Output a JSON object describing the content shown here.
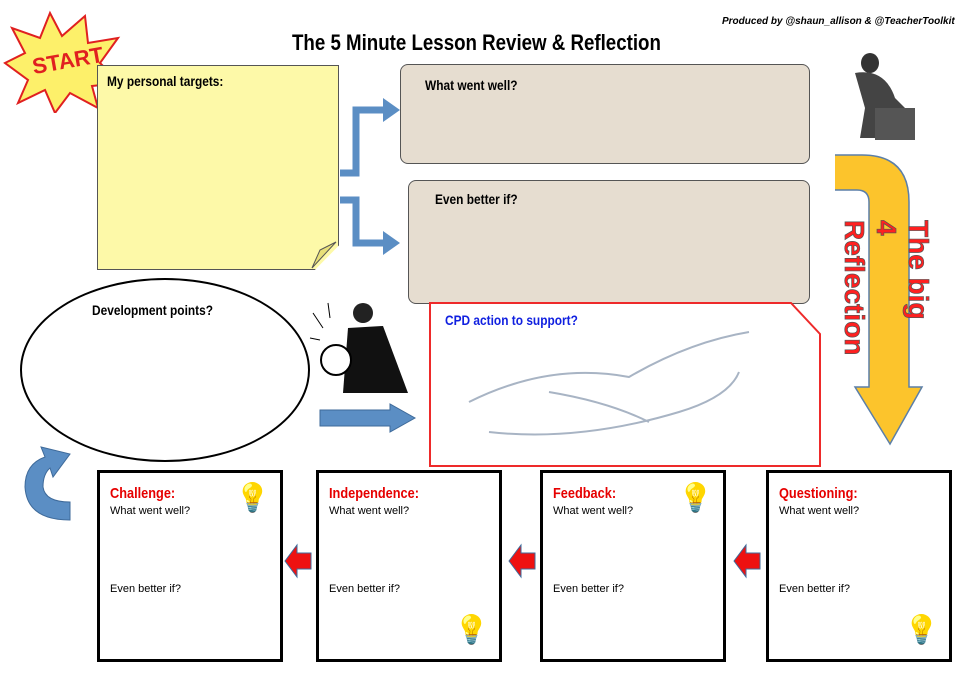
{
  "header": {
    "title": "The 5 Minute Lesson Review & Reflection",
    "credit": "Produced by @shaun_allison & @TeacherToolkit"
  },
  "start": {
    "label": "START"
  },
  "targets": {
    "label": "My personal targets:"
  },
  "scroll1": {
    "label": "What went well?"
  },
  "scroll2": {
    "label": "Even better if?"
  },
  "development": {
    "label": "Development points?"
  },
  "cpd": {
    "label": "CPD action to support?"
  },
  "big4": {
    "line1": "The big",
    "line2": "4",
    "line3": "Reflection"
  },
  "boxes": [
    {
      "title": "Challenge:",
      "q1": "What went well?",
      "q2": "Even better if?"
    },
    {
      "title": "Independence:",
      "q1": "What went well?",
      "q2": "Even better if?"
    },
    {
      "title": "Feedback:",
      "q1": "What went well?",
      "q2": "Even better if?"
    },
    {
      "title": "Questioning:",
      "q1": "What went well?",
      "q2": "Even better if?"
    }
  ],
  "colors": {
    "red": "#e60000",
    "blue_arrow": "#5b8ec4",
    "yellow_arrow": "#fcc42c",
    "sticky": "#fdf9a8",
    "scroll": "#e6ddd0"
  }
}
